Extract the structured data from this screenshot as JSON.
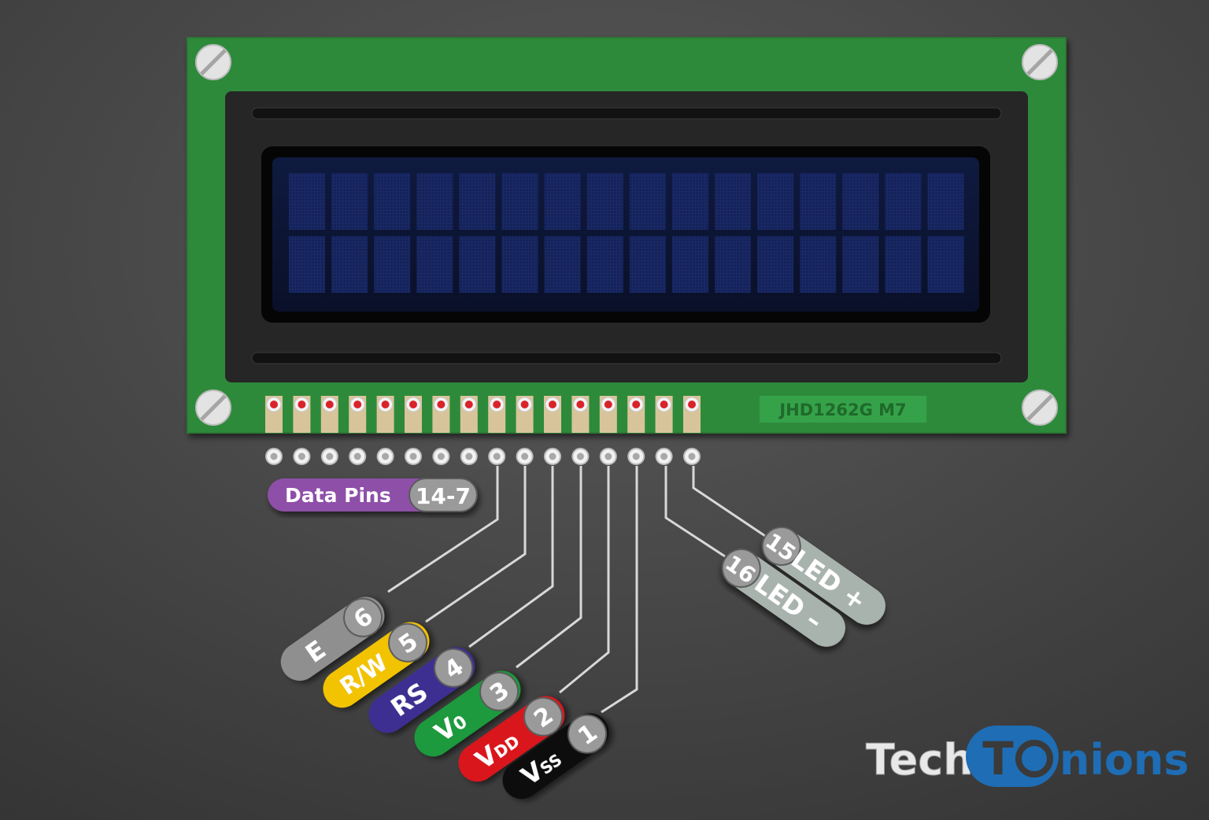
{
  "module": {
    "model": "JHD1262G M7",
    "display": {
      "columns": 16,
      "rows": 2
    },
    "header_pin_count": 16
  },
  "data_pins_tag": {
    "label": "Data Pins",
    "range": "14-7",
    "color": "#8e4fa8"
  },
  "pin_tags": [
    {
      "number": "6",
      "name": "E",
      "sub": "",
      "color": "#8f8f8f",
      "text_color": "#ffffff"
    },
    {
      "number": "5",
      "name": "R/W",
      "sub": "",
      "color": "#f2c300",
      "text_color": "#ffffff"
    },
    {
      "number": "4",
      "name": "RS",
      "sub": "",
      "color": "#3d2e92",
      "text_color": "#ffffff"
    },
    {
      "number": "3",
      "name": "V",
      "sub": "0",
      "color": "#1c9a3c",
      "text_color": "#ffffff"
    },
    {
      "number": "2",
      "name": "V",
      "sub": "DD",
      "color": "#d9151b",
      "text_color": "#ffffff"
    },
    {
      "number": "1",
      "name": "V",
      "sub": "SS",
      "color": "#111111",
      "text_color": "#ffffff"
    }
  ],
  "led_tags": [
    {
      "number": "15",
      "name": "LED +",
      "color": "#a9b3ae"
    },
    {
      "number": "16",
      "name": "LED –",
      "color": "#a9b3ae"
    }
  ],
  "brand": {
    "prefix": "Tech",
    "badge": "TO",
    "suffix": "nions",
    "color": "#1e6db5"
  },
  "colors": {
    "pcb": "#2f8a3a",
    "bezel": "#262626",
    "lcd": "#0d1330",
    "pad": "#d8c49a",
    "wire": "#d8d8d8",
    "background": "#4a4a4a"
  }
}
